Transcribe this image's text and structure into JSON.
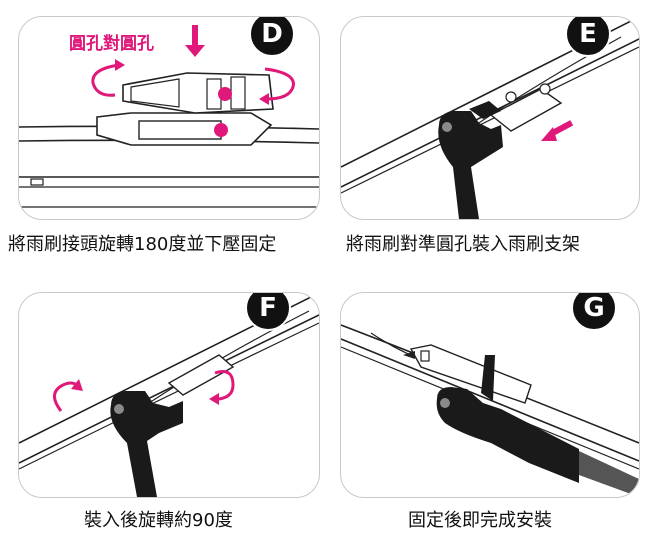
{
  "steps": [
    {
      "badge": "D",
      "caption": "將雨刷接頭旋轉180度並下壓固定",
      "note": "圓孔對圓孔",
      "icon": "rotate-press-arrows"
    },
    {
      "badge": "E",
      "caption": "將雨刷對準圓孔裝入雨刷支架",
      "icon": "insert-arrow"
    },
    {
      "badge": "F",
      "caption": "裝入後旋轉約90度",
      "icon": "rotate-arrows"
    },
    {
      "badge": "G",
      "caption": "固定後即完成安裝",
      "icon": "lock-arrow"
    }
  ],
  "colors": {
    "accent": "#e0187a",
    "arm": "#1a1a1a",
    "border": "#c9c9c9"
  }
}
